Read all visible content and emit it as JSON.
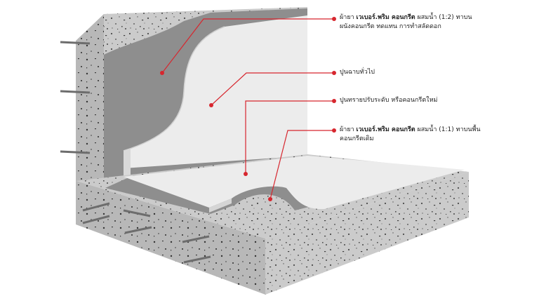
{
  "colors": {
    "leader": "#d7262e",
    "concrete": "#c9c9c9",
    "concrete_dark": "#a9a9a9",
    "coat": "#8f8f8f",
    "plaster": "#ededed",
    "rebar": "#6d6d6d"
  },
  "callouts": [
    {
      "line1_pre": "ผ้ายา ",
      "line1_bold": "เวเบอร์.พริม คอนกรีต",
      "line1_post": " ผสมน้ำ (1:2) ทาบน",
      "line2": "ผนังคอนกรีต ทดแทน การทำสลัดดอก"
    },
    {
      "line1_pre": "ปูนฉาบทั่วไป",
      "line1_bold": "",
      "line1_post": "",
      "line2": ""
    },
    {
      "line1_pre": "ปูนทรายปรับระดับ หรือคอนกรีตใหม่",
      "line1_bold": "",
      "line1_post": "",
      "line2": ""
    },
    {
      "line1_pre": "ผ้ายา ",
      "line1_bold": "เวเบอร์.พริม คอนกรีต",
      "line1_post": " ผสมน้ำ (1:1) ทาบนพื้น",
      "line2": "คอนกรีตเดิม"
    }
  ]
}
